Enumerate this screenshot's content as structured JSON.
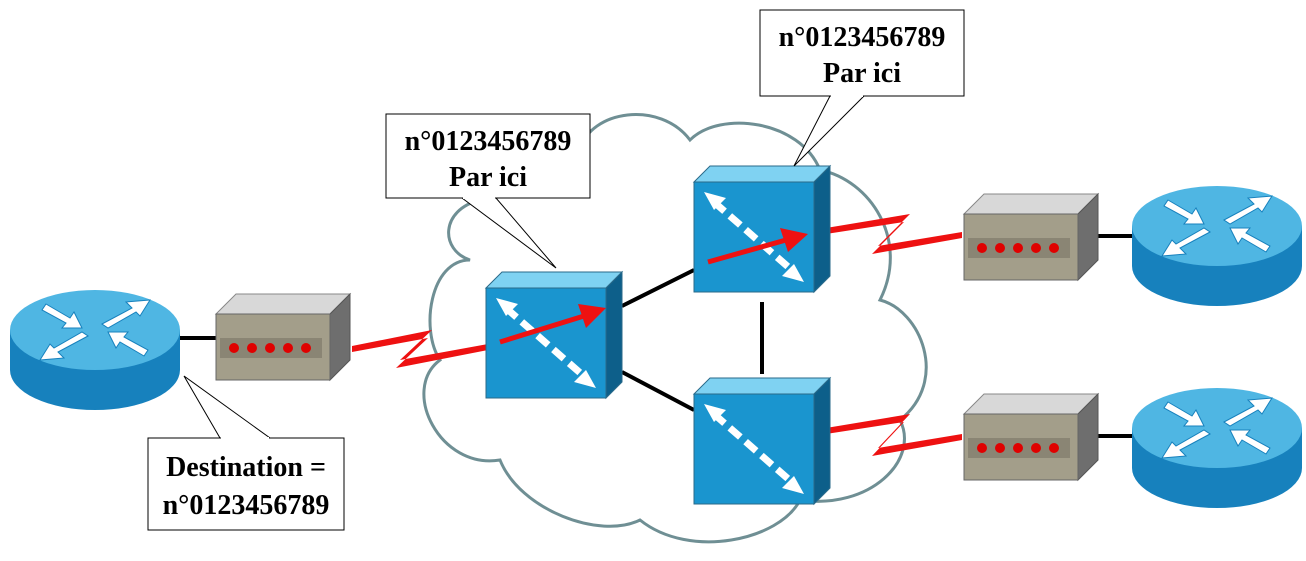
{
  "callouts": {
    "switch1": {
      "line1": "n°0123456789",
      "line2": "Par ici"
    },
    "switch2": {
      "line1": "n°0123456789",
      "line2": "Par ici"
    },
    "router_left": {
      "line1": "Destination =",
      "line2": "n°0123456789"
    }
  },
  "colors": {
    "cloud_stroke": "#6f8f94",
    "switch_front": "#1a95cf",
    "switch_top": "#7fd2f2",
    "switch_side": "#0d5f8a",
    "router_body": "#1a8dc8",
    "router_top": "#4fb6e3",
    "modem_front": "#a39e8a",
    "modem_top": "#d2d2d2",
    "modem_side": "#6b6b6b",
    "modem_led": "#e00000",
    "serial_link": "#ee1111",
    "ethernet_link": "#000000",
    "path_arrow": "#ee1111"
  },
  "devices": {
    "router_left": "router-icon",
    "modem_left": "csu-dsu-icon",
    "switch1": "atm-switch-icon",
    "switch2": "atm-switch-icon",
    "switch3": "atm-switch-icon",
    "modem_top_right": "csu-dsu-icon",
    "modem_bottom_right": "csu-dsu-icon",
    "router_top_right": "router-icon",
    "router_bottom_right": "router-icon",
    "network": "cloud-icon"
  }
}
